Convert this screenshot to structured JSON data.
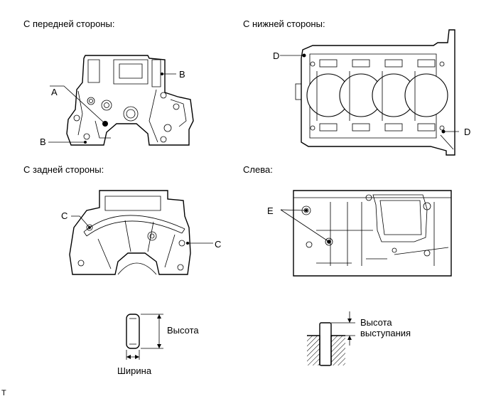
{
  "views": {
    "front": {
      "title": "С передней стороны:",
      "labels": [
        "A",
        "B",
        "B"
      ]
    },
    "bottom": {
      "title": "С нижней стороны:",
      "labels": [
        "D",
        "D"
      ]
    },
    "rear": {
      "title": "С задней стороны:",
      "labels": [
        "C",
        "C"
      ]
    },
    "left": {
      "title": "Слева:",
      "labels": [
        "E"
      ]
    }
  },
  "pin_dimensions": {
    "height": "Высота",
    "width": "Ширина"
  },
  "protrusion_dimension": {
    "line1": "Высота",
    "line2": "выступания"
  },
  "corner_mark": "T"
}
